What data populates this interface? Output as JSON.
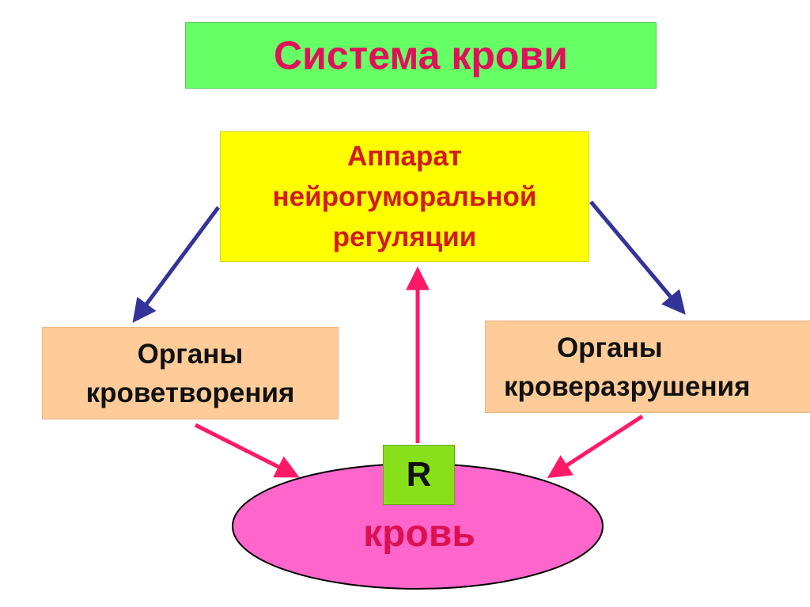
{
  "title": "Система крови",
  "regulation": {
    "lines": [
      "Аппарат",
      "нейрогуморальной",
      "регуляции"
    ]
  },
  "hematopoiesis_organs": {
    "lines": [
      "Органы",
      "кроветворения"
    ]
  },
  "destruction_organs": {
    "lines": [
      "Органы",
      "кроверазрушения"
    ]
  },
  "blood": {
    "label": "кровь",
    "receptor_label": "R"
  },
  "colors": {
    "title_bg": "#66ff66",
    "title_text": "#e0105a",
    "regulation_bg": "#ffff00",
    "regulation_text": "#d11c1c",
    "organ_bg": "#ffcc99",
    "blood_fill": "#ff66cc",
    "receptor_bg": "#88e01a",
    "blue_arrow": "#333399",
    "pink_arrow": "#ff1a66"
  }
}
